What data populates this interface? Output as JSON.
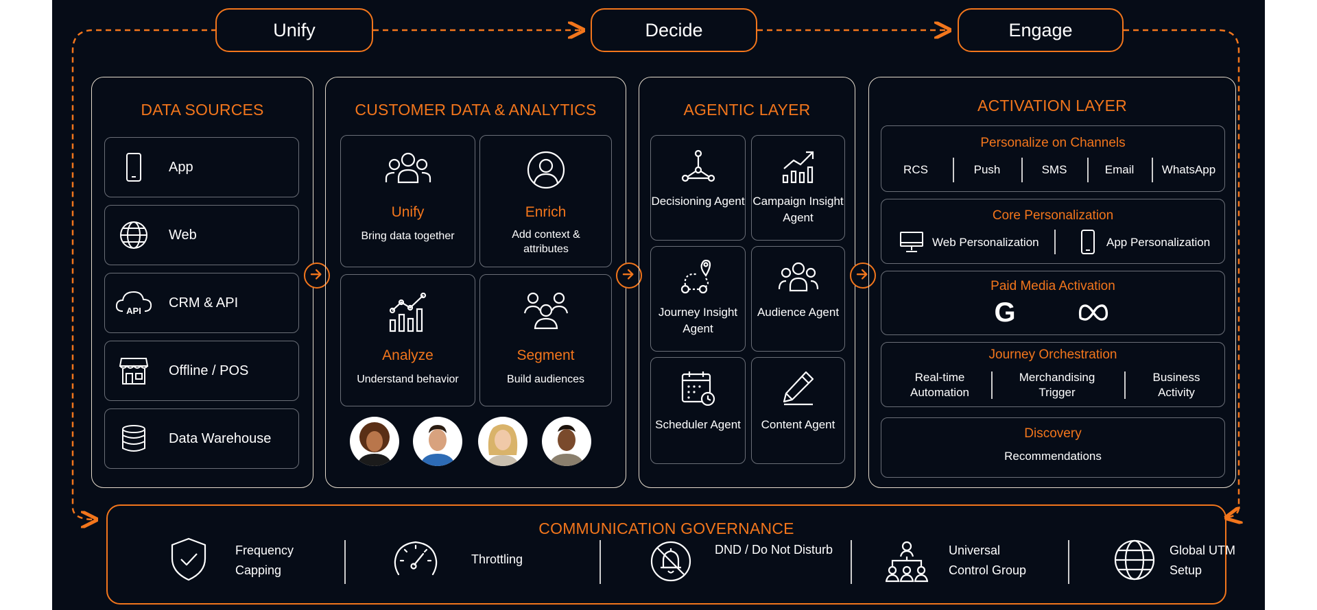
{
  "flow": {
    "stages": [
      "Unify",
      "Decide",
      "Engage"
    ]
  },
  "data_sources": {
    "title": "DATA SOURCES",
    "items": [
      {
        "label": "App",
        "icon": "smartphone-icon"
      },
      {
        "label": "Web",
        "icon": "globe-icon"
      },
      {
        "label": "CRM & API",
        "icon": "cloud-api-icon"
      },
      {
        "label": "Offline / POS",
        "icon": "store-icon"
      },
      {
        "label": "Data Warehouse",
        "icon": "database-icon"
      }
    ]
  },
  "customer_data": {
    "title": "CUSTOMER DATA & ANALYTICS",
    "cells": [
      {
        "title": "Unify",
        "subtitle": "Bring data together",
        "icon": "users-group-icon"
      },
      {
        "title": "Enrich",
        "subtitle": "Add context & attributes",
        "icon": "user-circle-icon"
      },
      {
        "title": "Analyze",
        "subtitle": "Understand behavior",
        "icon": "growth-chart-icon"
      },
      {
        "title": "Segment",
        "subtitle": "Build audiences",
        "icon": "audience-group-icon"
      }
    ]
  },
  "agentic_layer": {
    "title": "AGENTIC LAYER",
    "agents": [
      {
        "label": "Decisioning Agent",
        "icon": "decision-network-icon"
      },
      {
        "label": "Campaign Insight Agent",
        "icon": "bar-trend-icon"
      },
      {
        "label": "Journey Insight Agent",
        "icon": "journey-path-icon"
      },
      {
        "label": "Audience Agent",
        "icon": "audience-icon"
      },
      {
        "label": "Scheduler Agent",
        "icon": "calendar-clock-icon"
      },
      {
        "label": "Content Agent",
        "icon": "pencil-icon"
      }
    ]
  },
  "activation_layer": {
    "title": "ACTIVATION LAYER",
    "channels": {
      "title": "Personalize on Channels",
      "items": [
        "RCS",
        "Push",
        "SMS",
        "Email",
        "WhatsApp"
      ]
    },
    "core": {
      "title": "Core Personalization",
      "web": "Web Personalization",
      "app": "App Personalization"
    },
    "paid_media": {
      "title": "Paid Media Activation",
      "google": "G"
    },
    "journey": {
      "title": "Journey Orchestration",
      "items": [
        "Real-time Automation",
        "Merchandising Trigger",
        "Business Activity"
      ]
    },
    "discovery": {
      "title": "Discovery",
      "text": "Recommendations"
    }
  },
  "governance": {
    "title": "COMMUNICATION GOVERNANCE",
    "items": [
      {
        "label": "Frequency Capping",
        "icon": "shield-check-icon"
      },
      {
        "label": "Throttling",
        "icon": "speedometer-icon"
      },
      {
        "label": "DND / Do Not Disturb",
        "icon": "bell-off-icon"
      },
      {
        "label": "Universal Control Group",
        "icon": "hierarchy-users-icon"
      },
      {
        "label": "Global UTM Setup",
        "icon": "globe-icon"
      }
    ]
  },
  "colors": {
    "background": "#060c17",
    "accent": "#f3761c",
    "panel_border": "#e6dccd",
    "text": "#ffffff"
  }
}
